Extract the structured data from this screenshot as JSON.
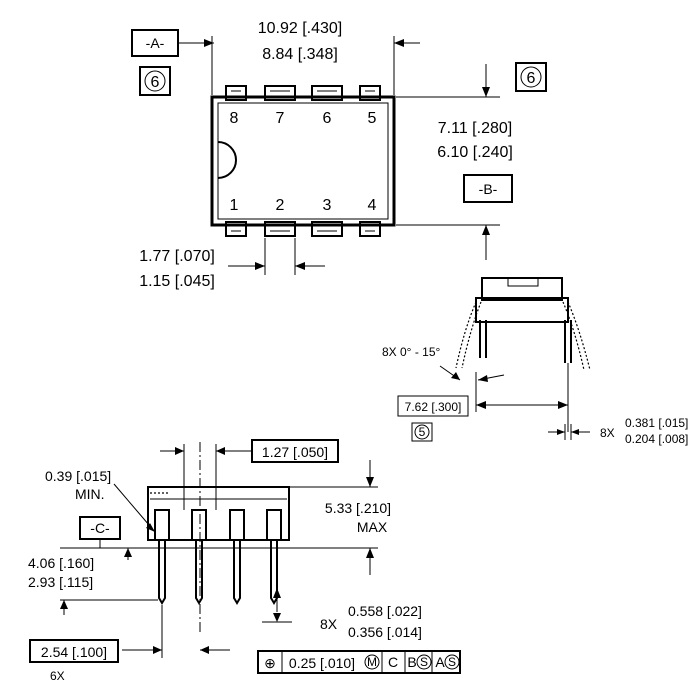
{
  "top_view": {
    "datum_a": "-A-",
    "datum_b": "-B-",
    "note_a": "6",
    "note_b": "6",
    "length_max": "10.92 [.430]",
    "length_min": "8.84 [.348]",
    "width_max": "7.11 [.280]",
    "width_min": "6.10 [.240]",
    "lead_width_max": "1.77 [.070]",
    "lead_width_min": "1.15 [.045]",
    "pins_top": [
      "8",
      "7",
      "6",
      "5"
    ],
    "pins_bottom": [
      "1",
      "2",
      "3",
      "4"
    ]
  },
  "end_view": {
    "angle": "8X 0° - 15°",
    "row_spacing": "7.62 [.300]",
    "note": "5",
    "lead_thk_count": "8X",
    "lead_thk_max": "0.381 [.015]",
    "lead_thk_min": "0.204 [.008]"
  },
  "side_view": {
    "pitch_tol": "1.27 [.050]",
    "seat_min": "0.39 [.015]",
    "seat_min_label": "MIN.",
    "height_max": "5.33 [.210]",
    "height_max_label": "MAX",
    "datum_c": "-C-",
    "lead_len_max": "4.06 [.160]",
    "lead_len_min": "2.93 [.115]",
    "lead_dia_count": "8X",
    "lead_dia_max": "0.558 [.022]",
    "lead_dia_min": "0.356 [.014]",
    "pitch": "2.54 [.100]",
    "pitch_count": "6X"
  },
  "fcf": {
    "symbol": "⊕",
    "tolerance": "0.25 [.010]",
    "modifier": "M",
    "datum1": "C",
    "datum2": "B",
    "mod2": "S",
    "datum3": "A",
    "mod3": "S"
  }
}
